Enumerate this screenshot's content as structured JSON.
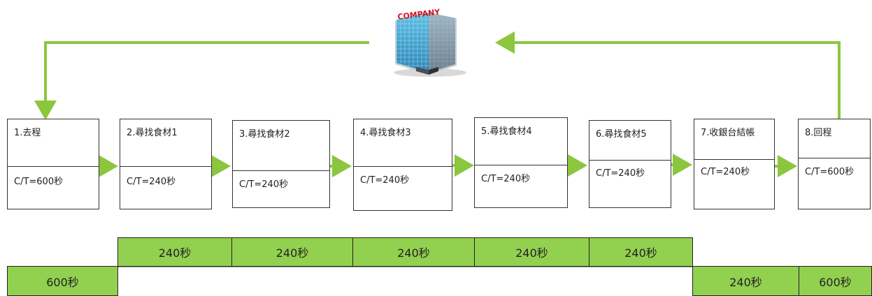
{
  "diagram": {
    "company_sign": "COMPANY",
    "steps": [
      {
        "name": "1.去程",
        "ct": "C/T=600秒"
      },
      {
        "name": "2.尋找食材1",
        "ct": "C/T=240秒"
      },
      {
        "name": "3.尋找食材2",
        "ct": "C/T=240秒"
      },
      {
        "name": "4.尋找食材3",
        "ct": "C/T=240秒"
      },
      {
        "name": "5.尋找食材4",
        "ct": "C/T=240秒"
      },
      {
        "name": "6.尋找食材5",
        "ct": "C/T=240秒"
      },
      {
        "name": "7.收銀台結帳",
        "ct": "C/T=240秒"
      },
      {
        "name": "8.回程",
        "ct": "C/T=600秒"
      }
    ],
    "timeline_top": [
      "240秒",
      "240秒",
      "240秒",
      "240秒",
      "240秒"
    ],
    "timeline_bottom": [
      "600秒",
      "240秒",
      "600秒"
    ],
    "colors": {
      "arrow": "#8cc63e",
      "bar": "#92d050",
      "building": "#3a9ec6",
      "sign": "#d0121b"
    }
  }
}
